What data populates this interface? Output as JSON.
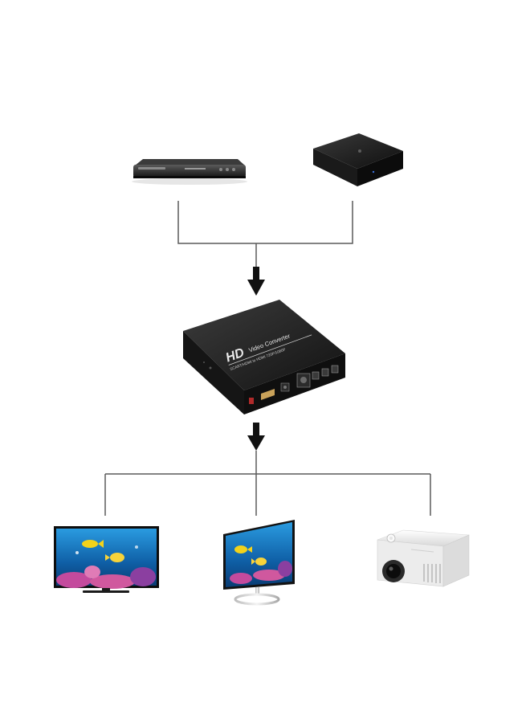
{
  "diagram": {
    "colors": {
      "line": "#5a5a5a",
      "arrow": "#111111",
      "device_dark": "#1c1c1c",
      "converter_label": "#e6e6e6",
      "sky": "#1b7fc8",
      "projector": "#f2f2f2"
    },
    "inputs": [
      {
        "icon": "dvd-player-icon"
      },
      {
        "icon": "tv-box-icon"
      }
    ],
    "converter": {
      "icon": "video-converter-icon",
      "brand": "HD",
      "title": "Video Converter",
      "subtitle": "SCART/HDMI to HDMI 720P/1080P"
    },
    "outputs": [
      {
        "icon": "flat-tv-icon"
      },
      {
        "icon": "monitor-icon"
      },
      {
        "icon": "projector-icon"
      }
    ]
  }
}
